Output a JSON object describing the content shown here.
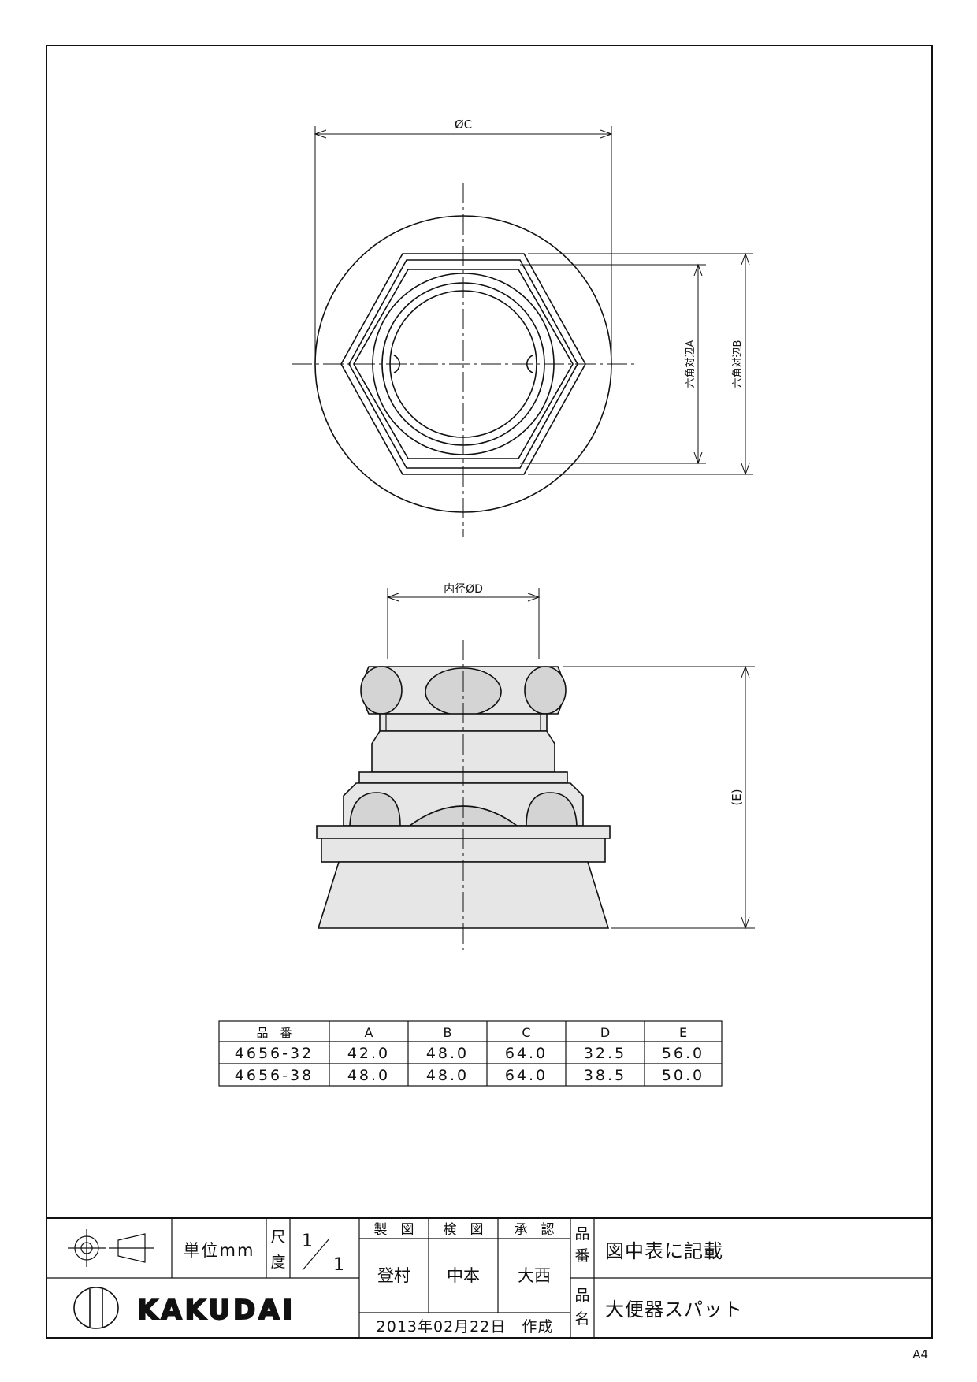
{
  "drawing": {
    "top_view": {
      "dim_c": "ØC",
      "dim_a": "六角対辺A",
      "dim_b": "六角対辺B"
    },
    "side_view": {
      "dim_d": "内径ØD",
      "dim_e": "(E)"
    }
  },
  "spec_table": {
    "headers": [
      "品　番",
      "A",
      "B",
      "C",
      "D",
      "E"
    ],
    "rows": [
      [
        "4656-32",
        "42.0",
        "48.0",
        "64.0",
        "32.5",
        "56.0"
      ],
      [
        "4656-38",
        "48.0",
        "48.0",
        "64.0",
        "38.5",
        "50.0"
      ]
    ]
  },
  "title_block": {
    "unit_label": "単位mm",
    "scale_label": [
      "尺",
      "度"
    ],
    "scale_value": [
      "1",
      "1"
    ],
    "roles": [
      "製　図",
      "検　図",
      "承　認"
    ],
    "names": [
      "登村",
      "中本",
      "大西"
    ],
    "date": "2013年02月22日　作成",
    "part_no_label": [
      "品",
      "番"
    ],
    "part_no_value": "図中表に記載",
    "part_name_label": [
      "品",
      "名"
    ],
    "part_name_value": "大便器スパット",
    "company": "KAKUDAI"
  },
  "paper_size": "A4"
}
